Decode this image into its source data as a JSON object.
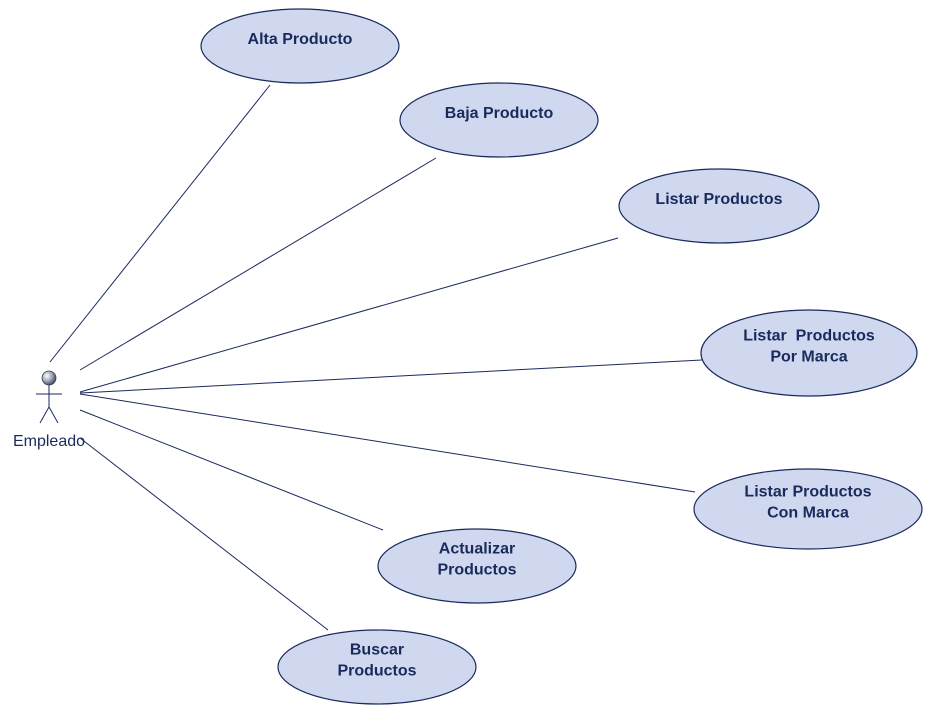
{
  "diagram": {
    "actor": {
      "label": "Empleado"
    },
    "use_cases": [
      {
        "id": "alta",
        "lines": [
          "Alta Producto"
        ]
      },
      {
        "id": "baja",
        "lines": [
          "Baja Producto"
        ]
      },
      {
        "id": "listar",
        "lines": [
          "Listar Productos"
        ]
      },
      {
        "id": "listar-por-marca",
        "lines": [
          "Listar  Productos",
          "Por Marca"
        ]
      },
      {
        "id": "listar-con-marca",
        "lines": [
          "Listar Productos",
          "Con Marca"
        ]
      },
      {
        "id": "actualizar",
        "lines": [
          "Actualizar",
          "Productos"
        ]
      },
      {
        "id": "buscar",
        "lines": [
          "Buscar",
          "Productos"
        ]
      }
    ],
    "colors": {
      "ellipse_fill": "#cfd8ee",
      "stroke": "#1a2a5c",
      "text": "#1a2a5c"
    }
  }
}
